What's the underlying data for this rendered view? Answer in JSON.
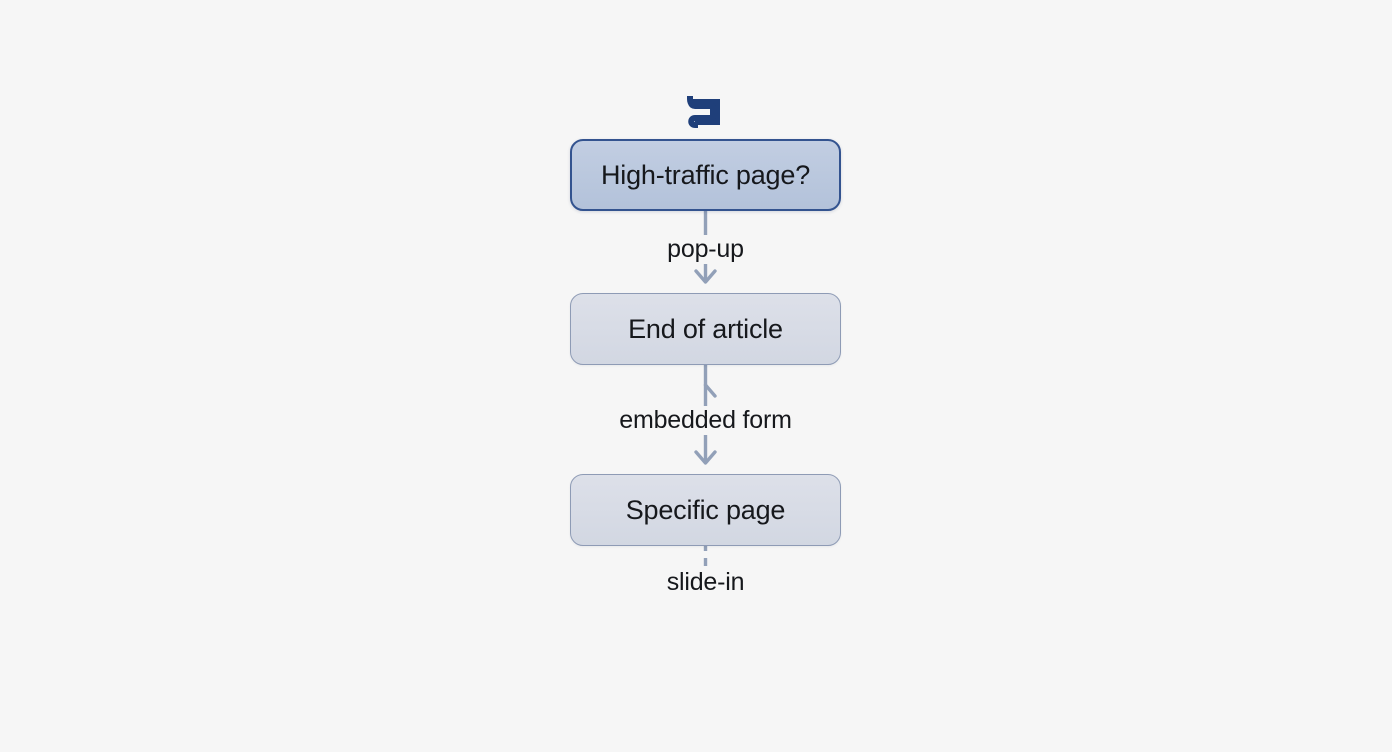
{
  "background_color": "#f6f6f6",
  "logo": {
    "name": "abbott-style-spiral-logo",
    "color": "#1f3f7a"
  },
  "palette": {
    "active_node_fill": "#b8c6dd",
    "active_node_border": "#33538f",
    "node_fill": "#d6dae5",
    "node_border": "#8e9bb5",
    "connector": "#92a0b8",
    "text": "#16181c"
  },
  "diagram": {
    "type": "flowchart",
    "orientation": "vertical",
    "nodes": [
      {
        "id": "n1",
        "label": "High-traffic page?",
        "state": "active"
      },
      {
        "id": "n2",
        "label": "End of article",
        "state": "default"
      },
      {
        "id": "n3",
        "label": "Specific page",
        "state": "default"
      }
    ],
    "edges": [
      {
        "from": "n1",
        "to": "n2",
        "label": "pop-up",
        "style": "solid-arrow"
      },
      {
        "from": "n2",
        "to": "n3",
        "label": "embedded form",
        "style": "solid-arrow"
      },
      {
        "from": "n3",
        "to": null,
        "label": "slide-in",
        "style": "dashed-open"
      }
    ]
  }
}
